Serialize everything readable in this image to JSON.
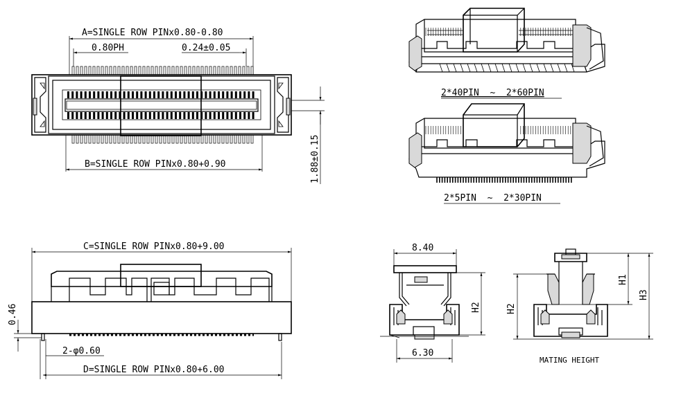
{
  "top_view": {
    "dim_a": "A=SINGLE ROW PINx0.80-0.80",
    "dim_pitch": "0.80PH",
    "dim_pin_width": "0.24±0.05",
    "dim_b": "B=SINGLE ROW PINx0.80+0.90",
    "dim_depth": "1.88±0.15"
  },
  "iso_view_upper": {
    "caption": "2*40PIN  ~  2*60PIN"
  },
  "iso_view_lower": {
    "caption": "2*5PIN  ~  2*30PIN"
  },
  "front_view": {
    "dim_c": "C=SINGLE ROW PINx0.80+9.00",
    "dim_d": "D=SINGLE ROW PINx0.80+6.00",
    "dim_height": "0.46",
    "dim_post": "2-φ0.60"
  },
  "side_view": {
    "dim_width": "8.40",
    "dim_base": "6.30",
    "dim_h2": "H2"
  },
  "mated_view": {
    "dim_h1": "H1",
    "dim_h2": "H2",
    "dim_h3": "H3",
    "caption": "MATING HEIGHT"
  }
}
